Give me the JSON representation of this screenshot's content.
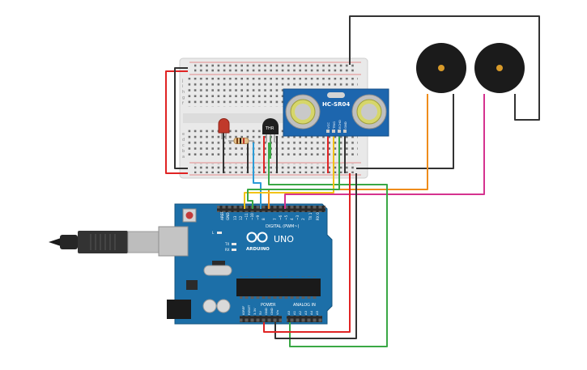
{
  "sensor": {
    "label": "HC-SR04",
    "pin_labels": [
      "VCC",
      "TRIG",
      "ECHO",
      "GND"
    ]
  },
  "thermistor": {
    "label": "THR"
  },
  "arduino": {
    "brand": "ARDUINO",
    "model": "UNO",
    "digital_header": "DIGITAL (PWM~)",
    "power_label": "POWER",
    "analog_label": "ANALOG IN",
    "aref": "AREF",
    "gnd": "GND",
    "digital_pins": [
      "13",
      "12",
      "~11",
      "~10",
      "~9",
      "8",
      "7",
      "~6",
      "~5",
      "4",
      "~3",
      "2",
      "TX 1",
      "RX 0"
    ],
    "power_pins": [
      "IOREF",
      "RESET",
      "3.3V",
      "5V",
      "GND",
      "GND",
      "Vin"
    ],
    "analog_pins": [
      "A0",
      "A1",
      "A2",
      "A3",
      "A4",
      "A5"
    ],
    "led_labels": [
      "L",
      "TX",
      "RX"
    ]
  },
  "breadboard": {
    "row_letters": [
      "j",
      "i",
      "h",
      "g",
      "f",
      "e",
      "d",
      "c",
      "b",
      "a"
    ]
  },
  "colors": {
    "red_wire": "#e02424",
    "black_wire": "#333333",
    "blue_wire": "#2b9bd6",
    "yellow_wire": "#f2c318",
    "green_wire": "#3aa845",
    "orange_wire": "#ef8c1b",
    "magenta_wire": "#d5338f",
    "arduino_board": "#1c6fa8",
    "sensor_board": "#1d66ae"
  }
}
